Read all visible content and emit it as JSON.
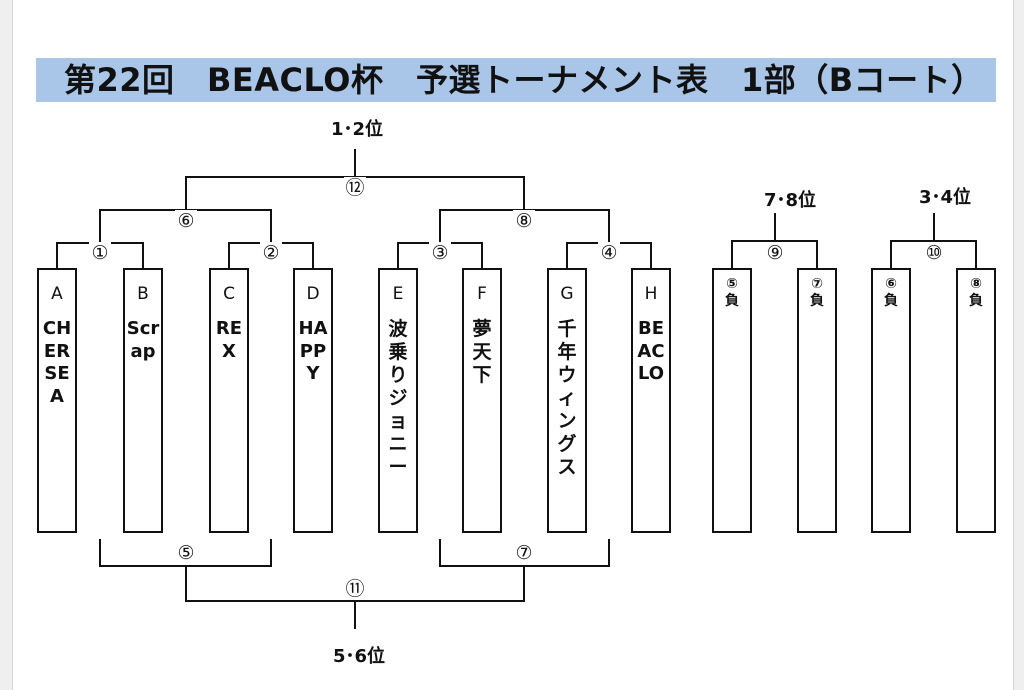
{
  "title": "第22回　BEACLO杯　予選トーナメント表　1部（Bコート）",
  "places": {
    "p12": "1･2位",
    "p56": "5･6位",
    "p78": "7･8位",
    "p34": "3･4位"
  },
  "matches": {
    "m1": "①",
    "m2": "②",
    "m3": "③",
    "m4": "④",
    "m5": "⑤",
    "m6": "⑥",
    "m7": "⑦",
    "m8": "⑧",
    "m9": "⑨",
    "m10": "⑩",
    "m11": "⑪",
    "m12": "⑫"
  },
  "teams": [
    {
      "letter": "A",
      "name": "CHERSEA"
    },
    {
      "letter": "B",
      "name": "Scrap"
    },
    {
      "letter": "C",
      "name": "REX"
    },
    {
      "letter": "D",
      "name": "HAPPY"
    },
    {
      "letter": "E",
      "name": "波乗りジョニー"
    },
    {
      "letter": "F",
      "name": "夢天下"
    },
    {
      "letter": "G",
      "name": "千年ウィングス"
    },
    {
      "letter": "H",
      "name": "BEACLO"
    }
  ],
  "placement_slots": [
    {
      "ref": "⑤",
      "result": "負"
    },
    {
      "ref": "⑦",
      "result": "負"
    },
    {
      "ref": "⑥",
      "result": "負"
    },
    {
      "ref": "⑧",
      "result": "負"
    }
  ]
}
